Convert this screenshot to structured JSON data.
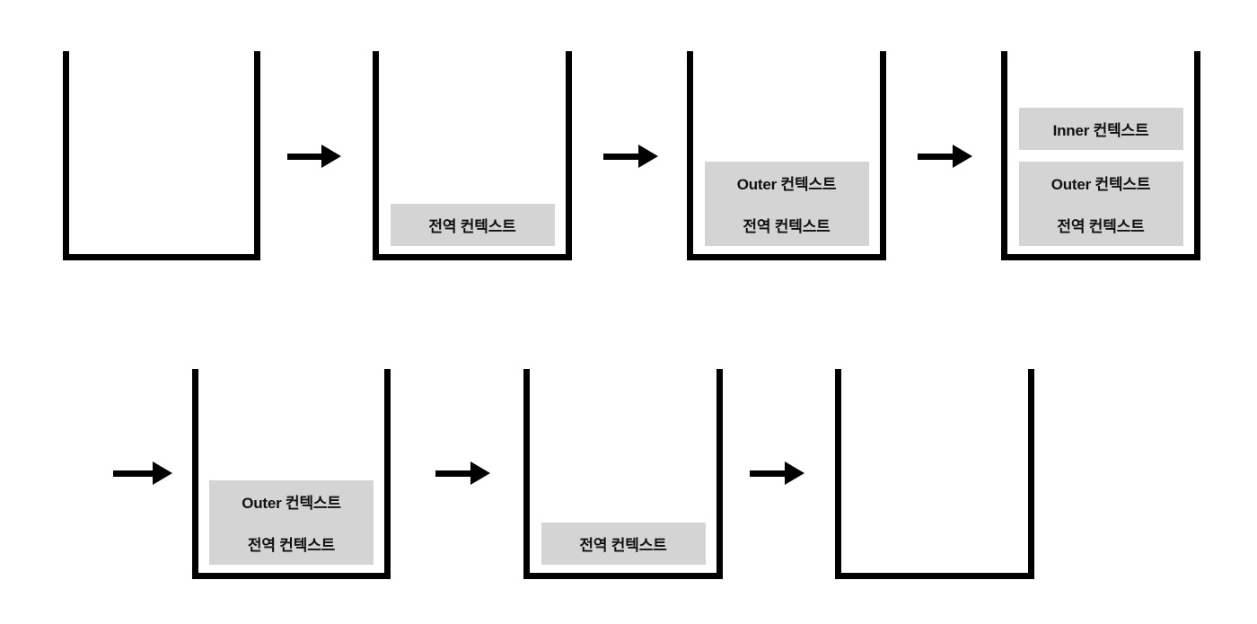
{
  "diagram": {
    "type": "call-stack-lifecycle",
    "background_color": "#ffffff",
    "frame_fill_color": "#d4d4d4",
    "stroke_color": "#000000",
    "labels": {
      "global": "전역 컨텍스트",
      "outer": "Outer 컨텍스트",
      "inner": "Inner 컨텍스트"
    },
    "rows": [
      {
        "row_index": 1,
        "stacks": [
          {
            "id": "stack-1",
            "frames": []
          },
          {
            "id": "stack-2",
            "frames": [
              "전역 컨텍스트"
            ]
          },
          {
            "id": "stack-3",
            "frames": [
              "전역 컨텍스트",
              "Outer 컨텍스트"
            ]
          },
          {
            "id": "stack-4",
            "frames": [
              "전역 컨텍스트",
              "Outer 컨텍스트",
              "Inner 컨텍스트"
            ]
          }
        ],
        "arrows": 3
      },
      {
        "row_index": 2,
        "stacks": [
          {
            "id": "stack-5",
            "frames": [
              "전역 컨텍스트",
              "Outer 컨텍스트"
            ]
          },
          {
            "id": "stack-6",
            "frames": [
              "전역 컨텍스트"
            ]
          },
          {
            "id": "stack-7",
            "frames": []
          }
        ],
        "arrows": 3
      }
    ]
  }
}
